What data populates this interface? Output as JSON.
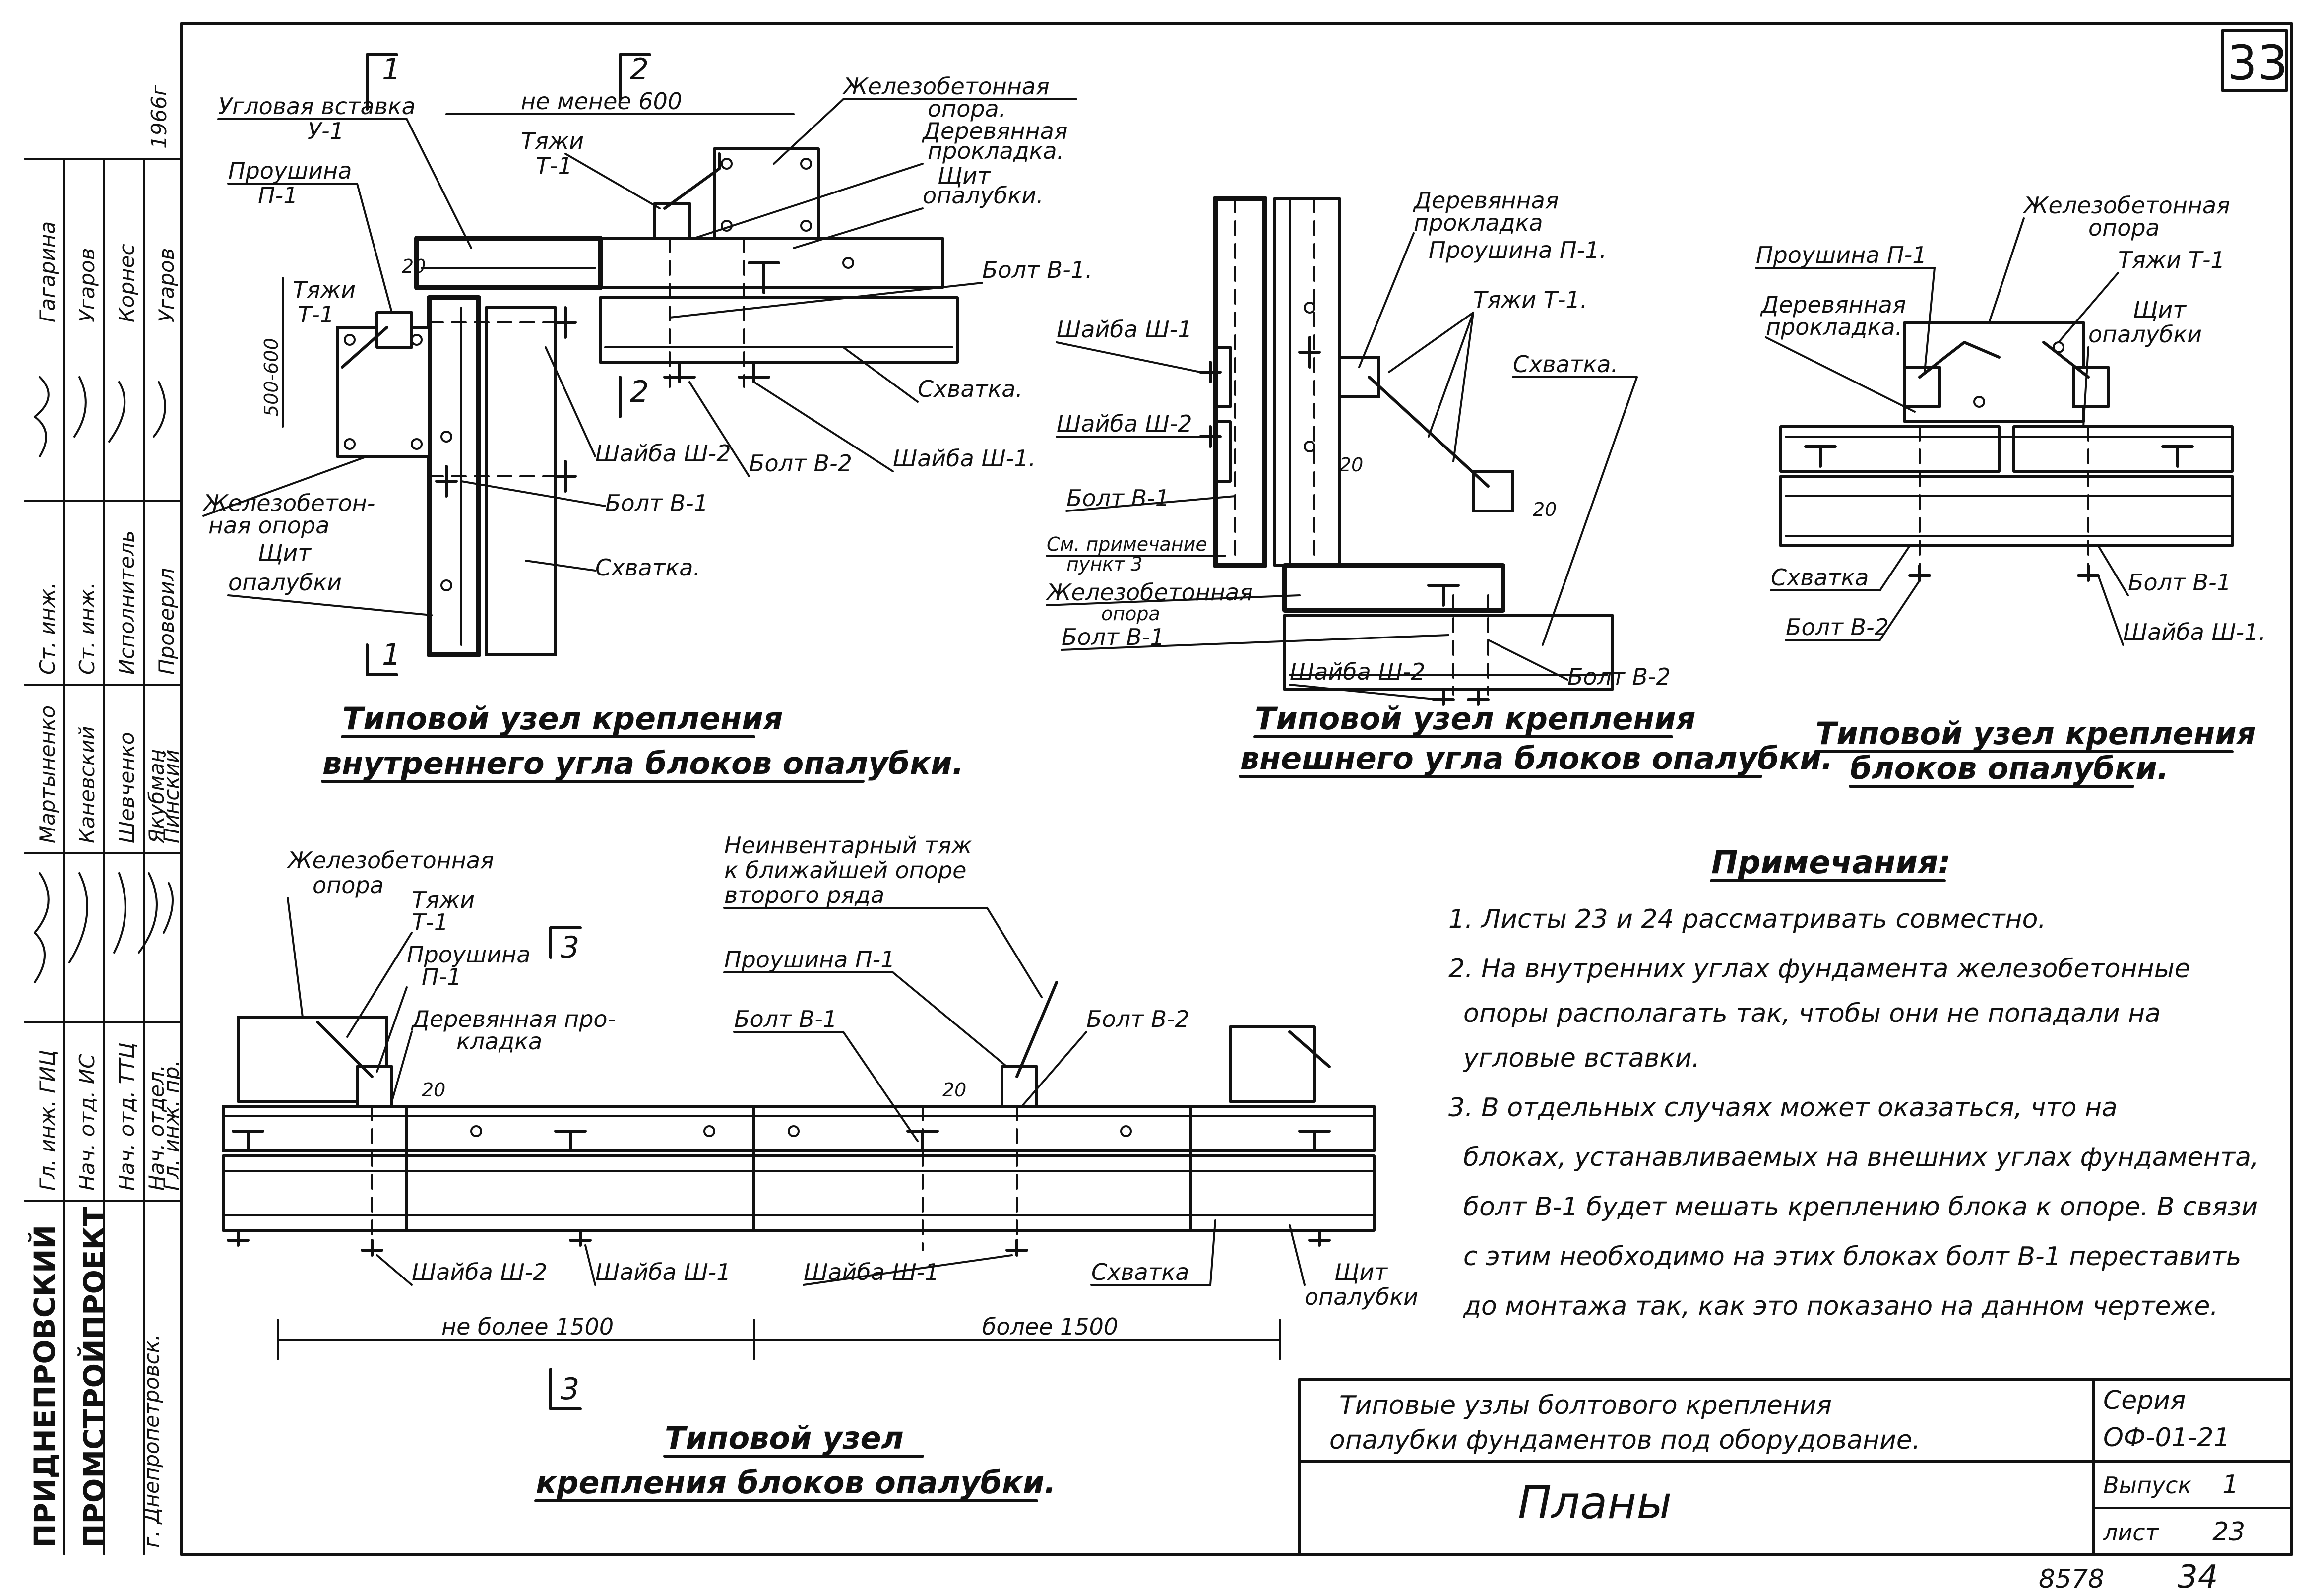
{
  "sheet": {
    "corner_number": "33",
    "bottom_inventory": "8578",
    "bottom_page": "34",
    "year_mark": "1966г"
  },
  "sidebar": {
    "org_lines": [
      "ПРИДНЕПРОВСКИЙ",
      "ПРОМСТРОЙПРОЕКТ",
      "г. Днепропетровск."
    ],
    "roles": [
      "Гл. инж. ГИЦ",
      "Нач. отд. ИС",
      "Нач. отд. ТТЦ",
      "Нач. отдел.",
      "Гл. инж. пр.",
      "Ст. инж.",
      "Ст. инж.",
      "Исполнитель",
      "Проверил"
    ],
    "names": [
      "Мартыненко",
      "Каневский",
      "Шевченко",
      "Якубман",
      "Пинский",
      "Гагарина",
      "Угаров",
      "Корнес",
      "Угаров"
    ]
  },
  "view1": {
    "caption_line1": "Типовой узел крепления",
    "caption_line2": "внутреннего угла блоков опалубки.",
    "section1": "1",
    "section2": "2",
    "dim_top": "не менее 600",
    "dim_left": "500-600",
    "dim_20": "20",
    "labels": {
      "uglovaya": "Угловая вставка",
      "uglovaya_code": "У-1",
      "proushina": "Проушина",
      "proushina_code": "П-1",
      "tyazhi_top": "Тяжи",
      "tyazhi_top_code": "Т-1",
      "tyazhi_left": "Тяжи",
      "tyazhi_left_code": "Т-1",
      "zhb_opora_top": "Железобетонная",
      "zhb_opora_top2": "опора.",
      "derev_prokl": "Деревянная",
      "derev_prokl2": "прокладка.",
      "shchit": "Щит",
      "shchit2": "опалубки.",
      "bolt_b1_right": "Болт В-1.",
      "skhvatka_right": "Схватка.",
      "shaiba_sh1": "Шайба Ш-1.",
      "bolt_b2": "Болт В-2",
      "shaiba_sh2": "Шайба Ш-2",
      "bolt_b1_mid": "Болт В-1",
      "skhvatka_low": "Схватка.",
      "zhb_opora_left": "Железобетон-",
      "zhb_opora_left2": "ная опора",
      "shchit_left": "Щит",
      "shchit_left2": "опалубки"
    }
  },
  "view2": {
    "caption_line1": "Типовой узел крепления",
    "caption_line2": "внешнего угла блоков опалубки.",
    "dim_20a": "20",
    "dim_20b": "20",
    "labels": {
      "derev": "Деревянная",
      "derev2": "прокладка",
      "proushina": "Проушина П-1.",
      "tyazhi": "Тяжи Т-1.",
      "skhvatka": "Схватка.",
      "shaiba_sh1": "Шайба Ш-1",
      "shaiba_sh2a": "Шайба Ш-2",
      "bolt_b1a": "Болт В-1",
      "sm_prim": "См. примечание",
      "sm_prim2": "пункт 3",
      "zhb": "Железобетонная",
      "zhb2": "опора",
      "bolt_b1b": "Болт В-1",
      "shaiba_sh2b": "Шайба Ш-2",
      "bolt_b2": "Болт В-2"
    }
  },
  "view3": {
    "caption_line1": "Типовой узел крепления",
    "caption_line2": "блоков опалубки.",
    "labels": {
      "zhb": "Железобетонная",
      "zhb2": "опора",
      "proushina": "Проушина П-1",
      "tyazhi": "Тяжи Т-1",
      "derev": "Деревянная",
      "derev2": "прокладка.",
      "shchit": "Щит",
      "shchit2": "опалубки",
      "skhvatka": "Схватка",
      "bolt_b2": "Болт В-2",
      "bolt_b1": "Болт В-1",
      "shaiba_sh1": "Шайба Ш-1."
    }
  },
  "view4": {
    "caption_line1": "Типовой узел",
    "caption_line2": "крепления блоков опалубки.",
    "section3": "3",
    "dim_left": "не более 1500",
    "dim_right": "более 1500",
    "dim_20a": "20",
    "dim_20b": "20",
    "labels": {
      "zhb": "Железобетонная",
      "zhb2": "опора",
      "tyazhi": "Тяжи",
      "tyazhi2": "Т-1",
      "proushina": "Проушина",
      "proushina2": "П-1",
      "derev": "Деревянная про-",
      "derev2": "кладка",
      "neinv": "Неинвентарный тяж",
      "neinv2": "к ближайшей опоре",
      "neinv3": "второго ряда",
      "proushina_p1": "Проушина П-1",
      "bolt_b1": "Болт В-1",
      "bolt_b2": "Болт В-2",
      "shaiba_sh2": "Шайба Ш-2",
      "shaiba_sh1a": "Шайба Ш-1",
      "shaiba_sh1b": "Шайба Ш-1",
      "skhvatka": "Схватка",
      "shchit": "Щит",
      "shchit2": "опалубки"
    }
  },
  "notes": {
    "title": "Примечания:",
    "lines": [
      "1. Листы  23 и 24  рассматривать совместно.",
      "2. На внутренних углах фундамента железобетонные",
      "опоры располагать так, чтобы они не попадали на",
      "угловые  вставки.",
      "3. В отдельных  случаях  может оказаться, что  на",
      "блоках, устанавливаемых на внешних углах фундамента,",
      "болт В-1 будет мешать креплению блока к опоре. В связи",
      "с этим необходимо на этих блоках болт В-1 переставить",
      "до монтажа так, как это показано на данном чертеже."
    ]
  },
  "titleblock": {
    "title_line1": "Типовые узлы болтового крепления",
    "title_line2": "опалубки фундаментов под оборудование.",
    "sheet_name": "Планы",
    "series_label": "Серия",
    "series_value": "ОФ-01-21",
    "issue_label": "Выпуск",
    "issue_value": "1",
    "list_label": "лист",
    "list_value": "23"
  }
}
